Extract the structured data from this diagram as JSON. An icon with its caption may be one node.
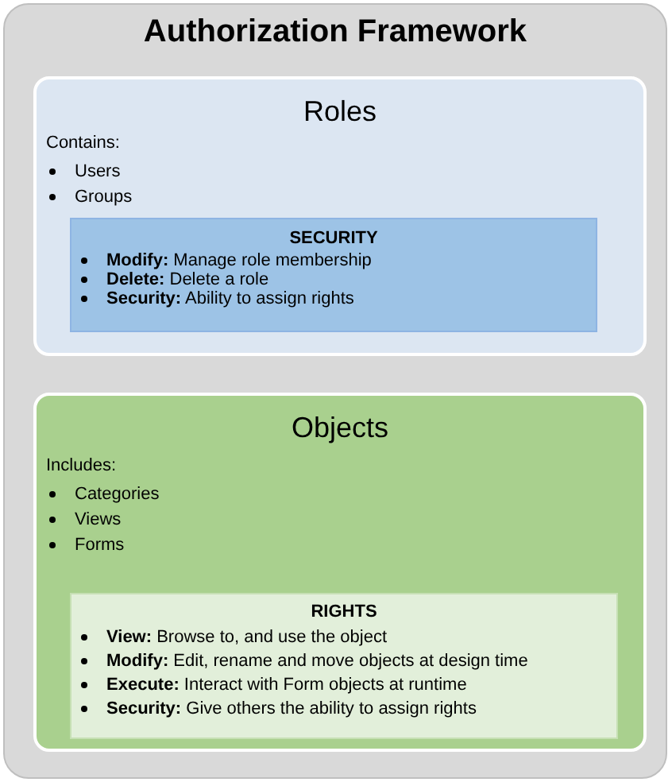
{
  "diagram": {
    "nodes": [
      {
        "text": [
          "Authorization Framework"
        ]
      },
      {
        "text": [
          "Roles",
          "Contains:",
          "Users",
          "Groups"
        ],
        "in": 0
      },
      {
        "text": [
          "SECURITY",
          "**Modify:** Manage role membership",
          "**Delete:** Delete a role",
          "**Security:** Ability to assign rights"
        ],
        "in": 1
      },
      {
        "text": [
          "Objects",
          "Includes:",
          "Categories",
          "Views",
          "Forms"
        ],
        "in": 0
      },
      {
        "text": [
          "RIGHTS",
          "**View:** Browse to, and use the object",
          "**Modify:** Edit, rename and move objects at design time",
          "**Execute:** Interact with Form objects at runtime",
          "**Security:** Give others the ability to assign rights"
        ],
        "in": 3
      }
    ]
  }
}
